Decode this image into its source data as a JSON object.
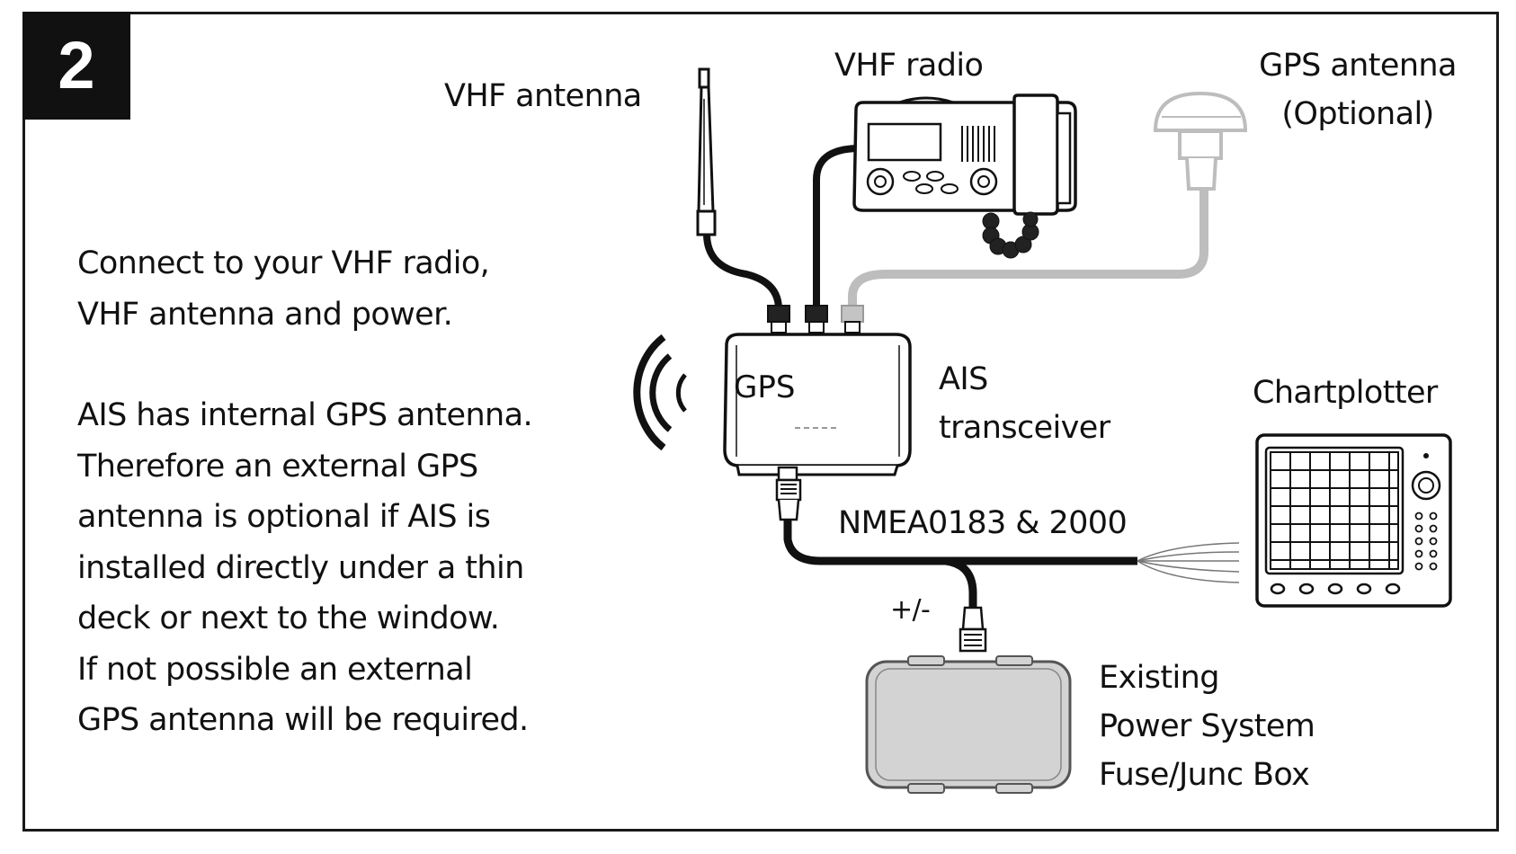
{
  "step": {
    "number": "2"
  },
  "instructions": {
    "connect": [
      "Connect to your VHF radio,",
      "VHF antenna and power."
    ],
    "ais_gps": [
      "AIS has internal GPS antenna.",
      "Therefore an external GPS",
      "antenna is optional if AIS is",
      "installed directly under a thin",
      "deck or next to the window.",
      "If not possible an external",
      "GPS antenna will be required."
    ]
  },
  "labels": {
    "vhf_antenna": "VHF antenna",
    "vhf_radio": "VHF radio",
    "gps_antenna": [
      "GPS antenna",
      "(Optional)"
    ],
    "ais_transceiver": [
      "AIS",
      "transceiver"
    ],
    "gps_on_unit": "GPS",
    "chartplotter": "Chartplotter",
    "nmea": "NMEA0183 & 2000",
    "polarity": "+/-",
    "power": [
      "Existing",
      "Power System",
      "Fuse/Junc Box"
    ]
  },
  "colors": {
    "line": "#111111",
    "optional_cable": "#bdbdbd",
    "power_box_fill": "#d3d3d3",
    "background": "#ffffff"
  }
}
